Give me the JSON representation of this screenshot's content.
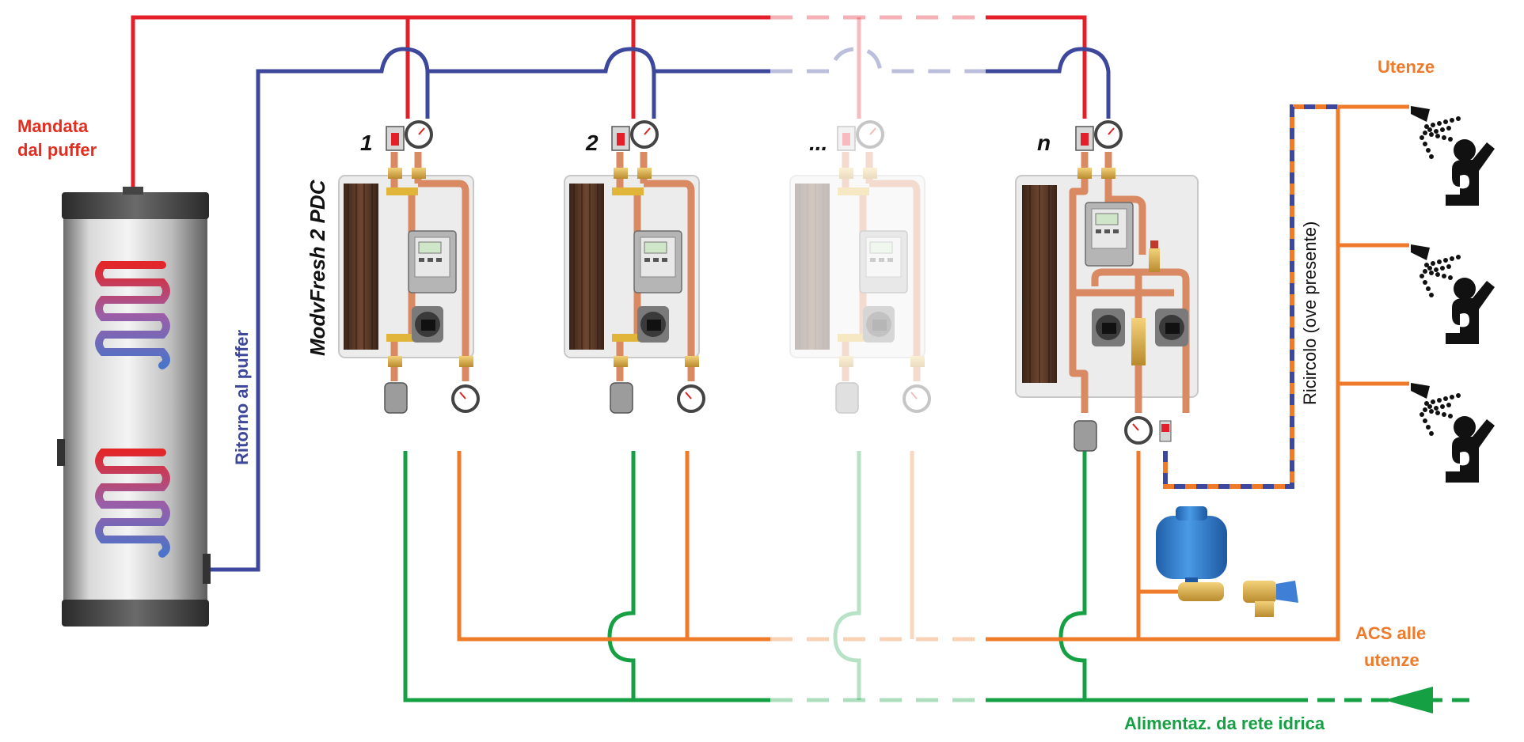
{
  "labels": {
    "supply_from_buffer_line1": "Mandata",
    "supply_from_buffer_line2": "dal puffer",
    "return_to_buffer": "Ritorno al puffer",
    "model_name": "ModvFresh 2 PDC",
    "module_1": "1",
    "module_2": "2",
    "module_ellipsis": "...",
    "module_n": "n",
    "users": "Utenze",
    "recirculation": "Ricircolo (ove presente)",
    "dhw_to_users_line1": "ACS alle",
    "dhw_to_users_line2": "utenze",
    "mains_supply": "Alimentaz. da rete idrica",
    "module_brand": "ModvFresh"
  },
  "colors": {
    "supply_red": "#e3202a",
    "return_blue": "#3d479b",
    "dhw_orange": "#ef7a2a",
    "cold_green": "#15a043",
    "copper": "#d98a62",
    "vessel_blue": "#2f7fd0"
  },
  "icons": {
    "user_shower": "shower-user-icon",
    "expansion_vessel": "expansion-vessel-icon",
    "buffer_tank": "buffer-tank-icon"
  }
}
